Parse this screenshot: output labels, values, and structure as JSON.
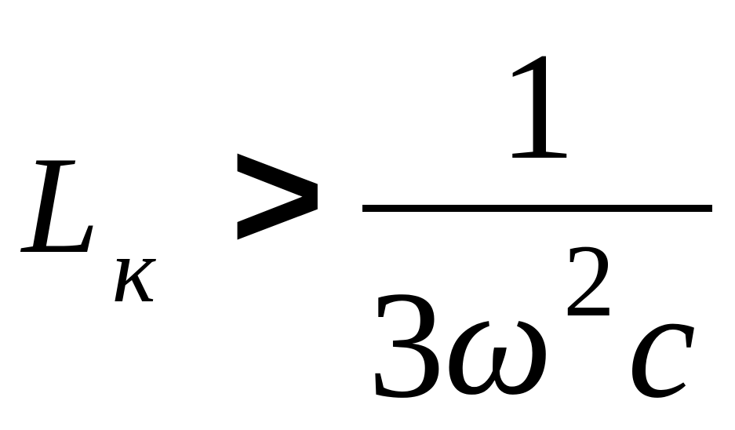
{
  "formula": {
    "lhs": {
      "symbol": "L",
      "subscript": "к"
    },
    "relation": ">",
    "rhs": {
      "numerator": "1",
      "denominator": {
        "coefficient": "3",
        "variable": "ω",
        "exponent": "2",
        "factor": "c"
      }
    }
  }
}
